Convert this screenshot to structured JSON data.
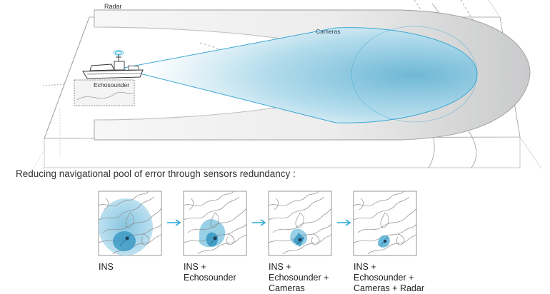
{
  "scene": {
    "sensor_labels": {
      "radar": "Radar",
      "cameras": "Cameras",
      "echosounder": "Echosounder"
    }
  },
  "caption": "Reducing navigational pool of error through sensors redundancy :",
  "panels": [
    {
      "lines": [
        "INS"
      ]
    },
    {
      "lines": [
        "INS +",
        "Echosounder"
      ]
    },
    {
      "lines": [
        "INS +",
        "Echosounder +",
        "Cameras"
      ]
    },
    {
      "lines": [
        "INS +",
        "Echosounder +",
        "Cameras + Radar"
      ]
    }
  ],
  "colors": {
    "accent": "#29a9d6",
    "error_pool": "#8dcbe3",
    "error_pool_dark": "#2f93c0",
    "radar_gray": "#d7d8d9"
  }
}
